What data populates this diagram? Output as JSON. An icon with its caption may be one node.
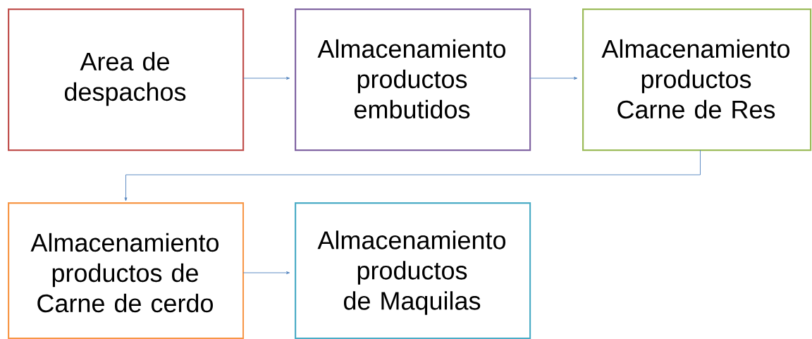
{
  "diagram": {
    "nodes": [
      {
        "text": [
          "Area de despachos"
        ]
      },
      {
        "text": [
          "Almacenamiento productos embutidos"
        ]
      },
      {
        "text": [
          "Almacenamiento productos Carne de Res"
        ]
      },
      {
        "text": [
          "Almacenamiento productos de Carne de cerdo"
        ]
      },
      {
        "text": [
          "Almacenamiento productos de Maquilas"
        ]
      }
    ],
    "edges": [
      {
        "from": 0,
        "to": 1,
        "arrow": "to"
      },
      {
        "from": 1,
        "to": 2,
        "arrow": "to"
      },
      {
        "from": 2,
        "to": 3,
        "arrow": "to"
      },
      {
        "from": 3,
        "to": 4,
        "arrow": "to"
      }
    ]
  }
}
